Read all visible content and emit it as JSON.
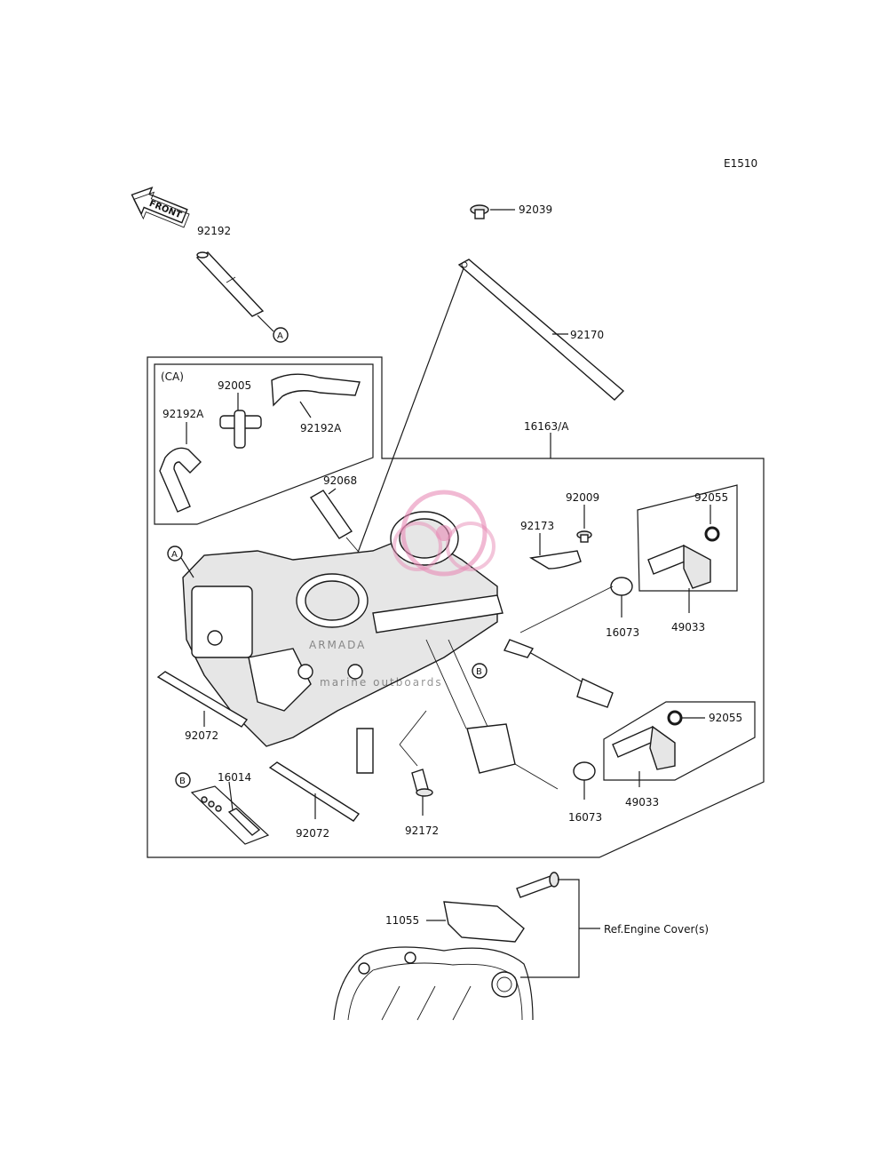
{
  "diagram_code": "E1510",
  "front_label": "FRONT",
  "group_ca": "(CA)",
  "watermark": {
    "brand": "ARMADA",
    "tagline": "marine outboards",
    "accent_color": "#e88bb5"
  },
  "parts": {
    "p92192": "92192",
    "p92039": "92039",
    "p92170": "92170",
    "p92005": "92005",
    "p92192a_left": "92192A",
    "p92192a_right": "92192A",
    "p16163": "16163/A",
    "p92068": "92068",
    "p92009": "92009",
    "p92173": "92173",
    "p92055_top": "92055",
    "p16073_top": "16073",
    "p49033_top": "49033",
    "p92072_left": "92072",
    "p92055_bottom": "92055",
    "p16014": "16014",
    "p92072_bottom": "92072",
    "p92172": "92172",
    "p16073_bottom": "16073",
    "p49033_bottom": "49033",
    "p11055": "11055",
    "ref_engine_cover": "Ref.Engine Cover(s)"
  },
  "callouts": {
    "a_top": "A",
    "a_body": "A",
    "b_body": "B",
    "b_kit": "B"
  }
}
